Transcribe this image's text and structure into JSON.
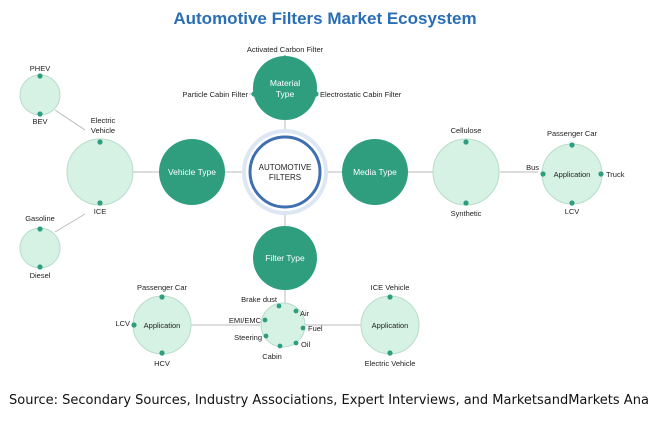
{
  "title": "Automotive Filters Market Ecosystem",
  "source": "Source: Secondary Sources, Industry Associations, Expert Interviews, and MarketsandMarkets Analysis",
  "center": {
    "line1": "AUTOMOTIVE",
    "line2": "FILTERS"
  },
  "hubs": {
    "material_type": {
      "line1": "Material",
      "line2": "Type"
    },
    "vehicle_type": "Vehicle Type",
    "media_type": "Media Type",
    "filter_type": "Filter Type"
  },
  "material_options": [
    "Activated Carbon Filter",
    "Particle Cabin Filter",
    "Electrostatic Cabin Filter"
  ],
  "vehicle": {
    "electric": {
      "line1": "Electric",
      "line2": "Vehicle"
    },
    "ice": "ICE",
    "electric_sub": [
      "PHEV",
      "BEV"
    ],
    "ice_sub": [
      "Gasoline",
      "Diesel"
    ]
  },
  "media": [
    "Cellulose",
    "Synthetic"
  ],
  "media_application": {
    "label": "Application",
    "items": [
      "Passenger Car",
      "Bus",
      "Truck",
      "LCV"
    ]
  },
  "filter_items": [
    "Brake dust",
    "Air",
    "EMI/EMC",
    "Fuel",
    "Steering",
    "Oil",
    "Cabin"
  ],
  "filter_app_left": {
    "label": "Application",
    "items": [
      "Passenger Car",
      "LCV",
      "HCV"
    ]
  },
  "filter_app_right": {
    "label": "Application",
    "items": [
      "ICE Vehicle",
      "Electric Vehicle"
    ]
  },
  "colors": {
    "teal": "#2e9e7f",
    "pale": "#d6f2e4",
    "center_ring": "#3f6fb0",
    "line": "#b8b8b8",
    "title": "#2a6fb5"
  }
}
